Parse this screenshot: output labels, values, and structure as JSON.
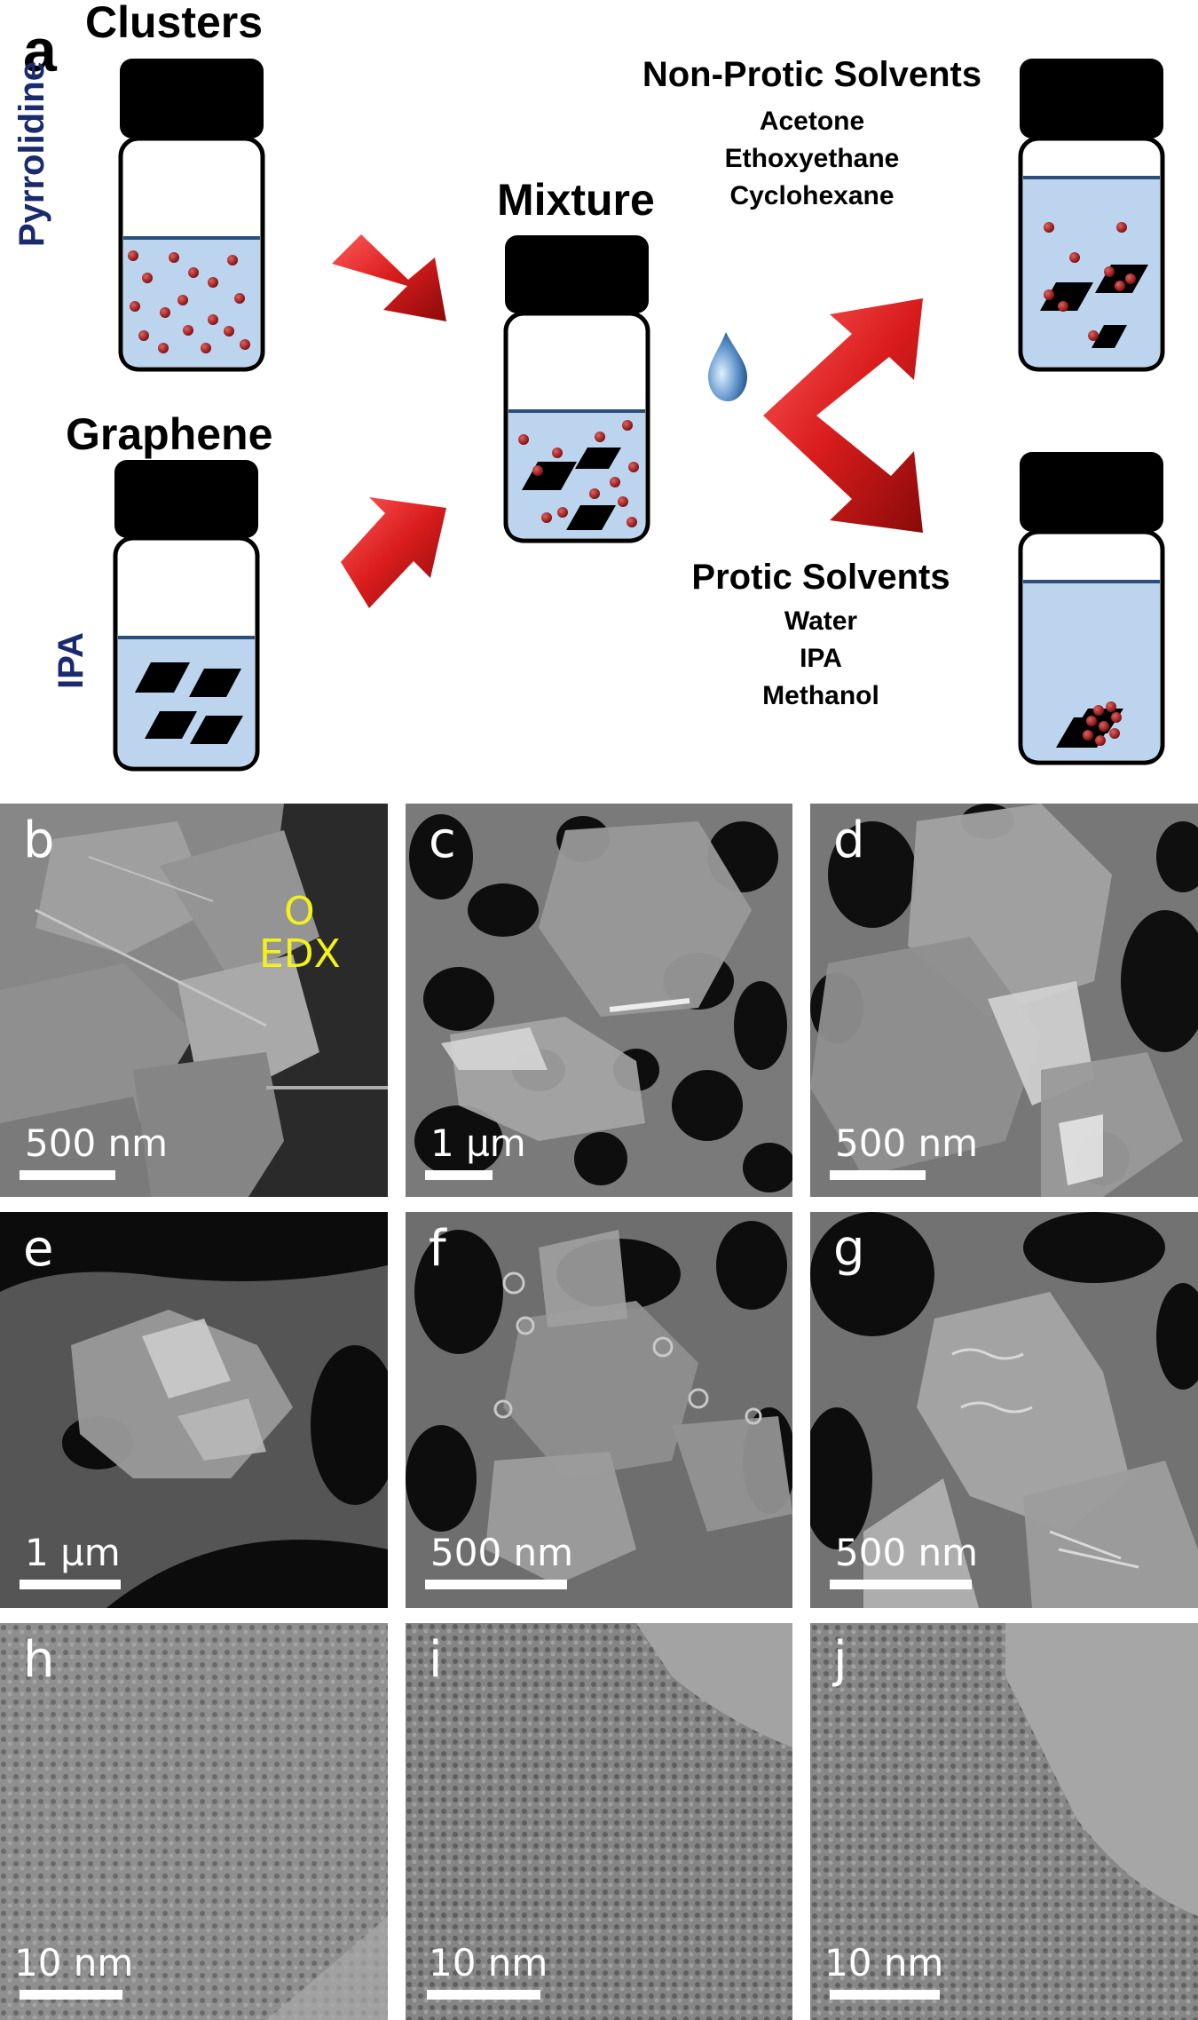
{
  "panel_a": {
    "letter": "a",
    "clusters_title": "Clusters",
    "pyrrolidine_label": "Pyrrolidine",
    "graphene_title": "Graphene",
    "ipa_label": "IPA",
    "mixture_title": "Mixture",
    "non_protic": {
      "title": "Non-Protic Solvents",
      "items": [
        "Acetone",
        "Ethoxyethane",
        "Cyclohexane"
      ]
    },
    "protic": {
      "title": "Protic Solvents",
      "items": [
        "Water",
        "IPA",
        "Methanol"
      ]
    },
    "colors": {
      "cap": "#000000",
      "liquid": "#bcd4ee",
      "vial_border": "#000000",
      "meniscus": "#2b4f7a",
      "dot": "#9c1a1a",
      "arrow": "#d91c1c",
      "side_label": "#1a2a6c"
    }
  },
  "micrographs": [
    {
      "letter": "b",
      "scale": "500 nm",
      "type": "SEM",
      "annotation": {
        "marker": "O",
        "text": "EDX",
        "color": "#f2f21a"
      }
    },
    {
      "letter": "c",
      "scale": "1 µm",
      "type": "SEM"
    },
    {
      "letter": "d",
      "scale": "500 nm",
      "type": "SEM"
    },
    {
      "letter": "e",
      "scale": "1 µm",
      "type": "SEM"
    },
    {
      "letter": "f",
      "scale": "500 nm",
      "type": "SEM"
    },
    {
      "letter": "g",
      "scale": "500 nm",
      "type": "SEM"
    },
    {
      "letter": "h",
      "scale": "10 nm",
      "type": "TEM"
    },
    {
      "letter": "i",
      "scale": "10 nm",
      "type": "TEM"
    },
    {
      "letter": "j",
      "scale": "10 nm",
      "type": "TEM"
    }
  ]
}
